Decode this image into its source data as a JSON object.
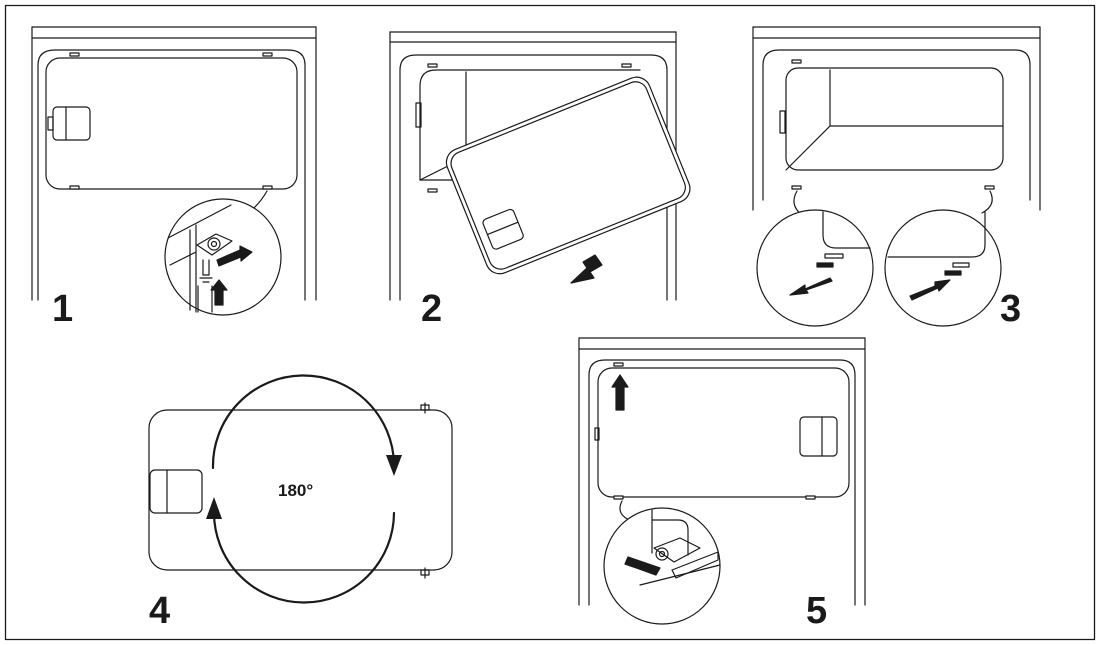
{
  "steps": [
    {
      "number": "1"
    },
    {
      "number": "2"
    },
    {
      "number": "3"
    },
    {
      "number": "4",
      "rotation_label": "180°"
    },
    {
      "number": "5"
    }
  ],
  "colors": {
    "line": "#1a1a1a",
    "fill_arrow": "#1a1a1a",
    "background": "#ffffff"
  }
}
